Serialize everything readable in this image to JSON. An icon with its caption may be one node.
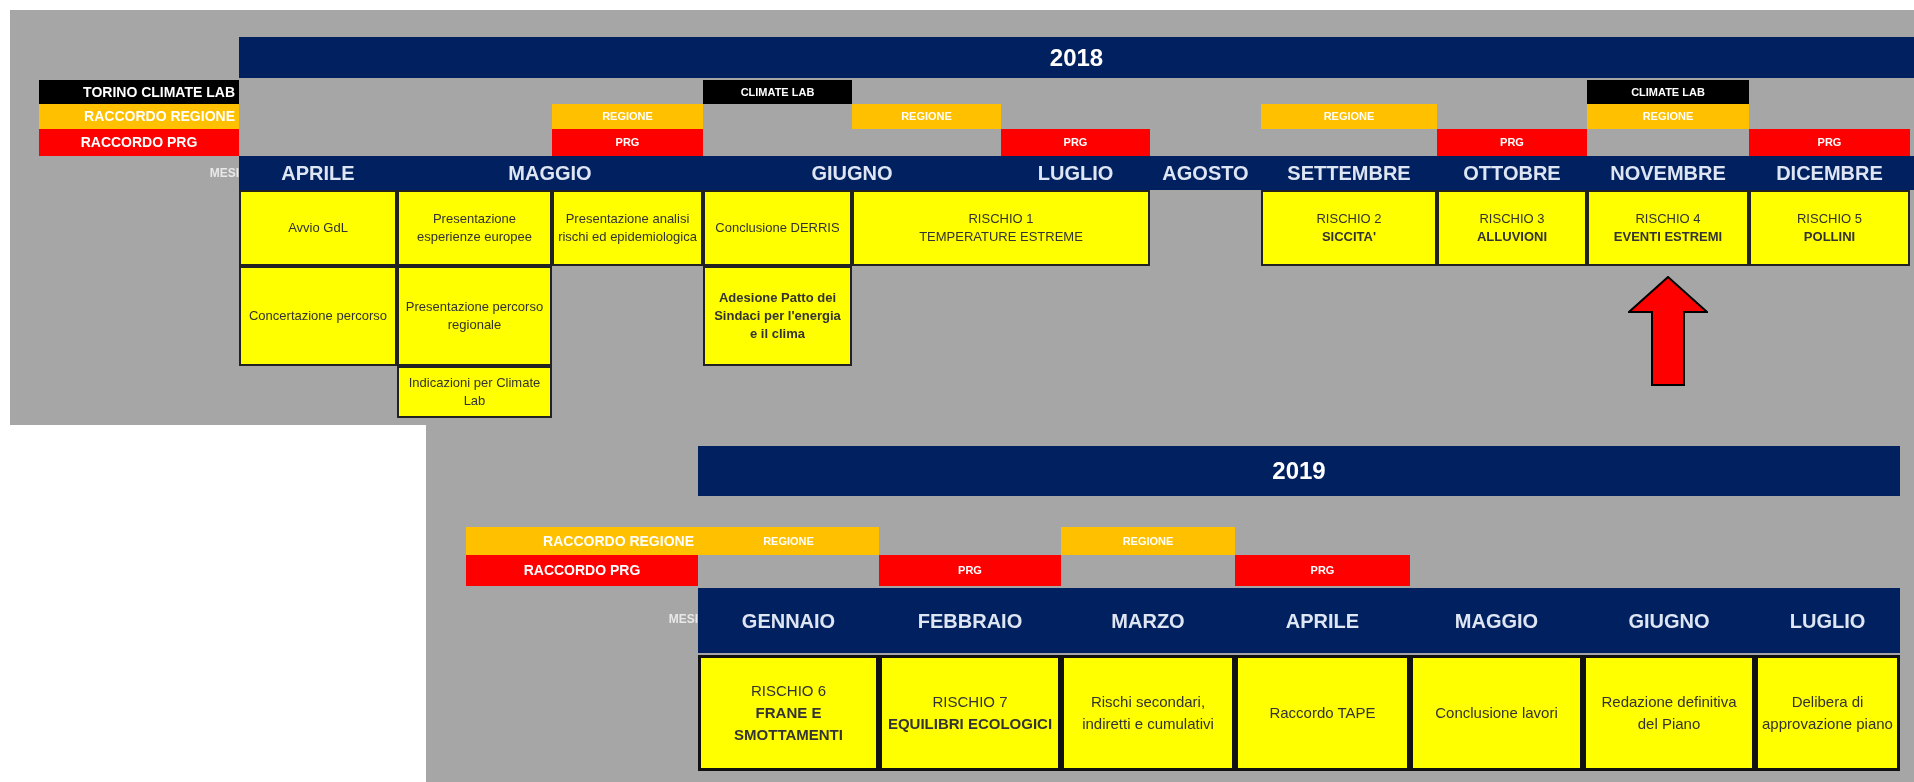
{
  "diagram": {
    "nodes": [
      {
        "text": [
          "2018"
        ]
      },
      {
        "text": [
          "TORINO CLIMATE LAB"
        ]
      },
      {
        "text": [
          "RACCORDO REGIONE"
        ]
      },
      {
        "text": [
          "RACCORDO PRG"
        ]
      },
      {
        "text": [
          "CLIMATE LAB"
        ]
      },
      {
        "text": [
          "CLIMATE LAB"
        ]
      },
      {
        "text": [
          "REGIONE"
        ]
      },
      {
        "text": [
          "REGIONE"
        ]
      },
      {
        "text": [
          "REGIONE"
        ]
      },
      {
        "text": [
          "REGIONE"
        ]
      },
      {
        "text": [
          "PRG"
        ]
      },
      {
        "text": [
          "PRG"
        ]
      },
      {
        "text": [
          "PRG"
        ]
      },
      {
        "text": [
          "PRG"
        ]
      },
      {
        "text": [],
        "shape": "bar"
      },
      {
        "text": [
          "APRILE"
        ],
        "in": 14
      },
      {
        "text": [
          "MAGGIO"
        ],
        "in": 14
      },
      {
        "text": [
          "GIUGNO"
        ],
        "in": 14
      },
      {
        "text": [
          "LUGLIO"
        ],
        "in": 14
      },
      {
        "text": [
          "AGOSTO"
        ],
        "in": 14
      },
      {
        "text": [
          "SETTEMBRE"
        ],
        "in": 14
      },
      {
        "text": [
          "OTTOBRE"
        ],
        "in": 14
      },
      {
        "text": [
          "NOVEMBRE"
        ],
        "in": 14
      },
      {
        "text": [
          "DICEMBRE"
        ],
        "in": 14
      },
      {
        "text": [
          "Avvio GdL"
        ]
      },
      {
        "text": [
          "Presentazione esperienze europee"
        ]
      },
      {
        "text": [
          "Presentazione analisi rischi ed epidemiologica"
        ]
      },
      {
        "text": [
          "Conclusione DERRIS"
        ]
      },
      {
        "text": [
          "RISCHIO 1",
          "TEMPERATURE ESTREME"
        ]
      },
      {
        "text": [
          "RISCHIO 2",
          "SICCITA'"
        ]
      },
      {
        "text": [
          "RISCHIO 3",
          "ALLUVIONI"
        ]
      },
      {
        "text": [
          "RISCHIO 4",
          "EVENTI ESTREMI"
        ]
      },
      {
        "text": [
          "RISCHIO 5",
          "POLLINI"
        ]
      },
      {
        "text": [
          "Concertazione percorso"
        ]
      },
      {
        "text": [
          "Presentazione percorso regionale"
        ]
      },
      {
        "text": [
          "Adesione Patto dei Sindaci per l'energia e il clima"
        ]
      },
      {
        "text": [
          "Indicazioni per Climate Lab"
        ]
      },
      {
        "text": [
          "2019"
        ]
      },
      {
        "text": [
          "RACCORDO REGIONE"
        ]
      },
      {
        "text": [
          "RACCORDO PRG"
        ]
      },
      {
        "text": [
          "REGIONE"
        ]
      },
      {
        "text": [
          "REGIONE"
        ]
      },
      {
        "text": [
          "PRG"
        ]
      },
      {
        "text": [
          "PRG"
        ]
      },
      {
        "text": [],
        "shape": "bar"
      },
      {
        "text": [
          "GENNAIO"
        ],
        "in": 44
      },
      {
        "text": [
          "FEBBRAIO"
        ],
        "in": 44
      },
      {
        "text": [
          "MARZO"
        ],
        "in": 44
      },
      {
        "text": [
          "APRILE"
        ],
        "in": 44
      },
      {
        "text": [
          "MAGGIO"
        ],
        "in": 44
      },
      {
        "text": [
          "GIUGNO"
        ],
        "in": 44
      },
      {
        "text": [
          "LUGLIO"
        ],
        "in": 44
      },
      {
        "text": [
          "RISCHIO 6",
          "FRANE E SMOTTAMENTI"
        ]
      },
      {
        "text": [
          "RISCHIO 7",
          "EQUILIBRI ECOLOGICI"
        ]
      },
      {
        "text": [
          "Rischi secondari, indiretti e cumulativi"
        ]
      },
      {
        "text": [
          "Raccordo TAPE"
        ]
      },
      {
        "text": [
          "Conclusione lavori"
        ]
      },
      {
        "text": [
          "Redazione definitiva del Piano"
        ]
      },
      {
        "text": [
          "Delibera di approvazione piano"
        ]
      }
    ],
    "labels": [
      "MESI",
      "MESI"
    ]
  }
}
